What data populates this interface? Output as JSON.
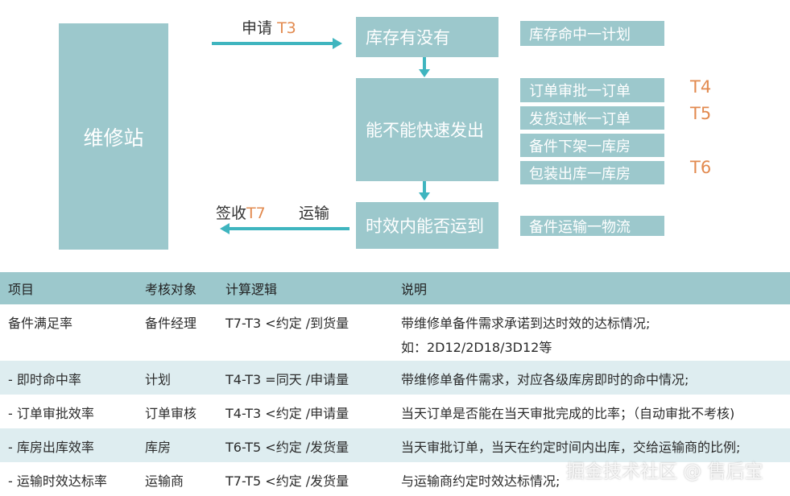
{
  "diagram": {
    "station": "维修站",
    "request_label": "申请",
    "request_t": "T3",
    "sign_label": "签收",
    "sign_t": "T7",
    "transport_label": "运输",
    "main_boxes": [
      {
        "label": "库存有没有"
      },
      {
        "label": "能不能快速发出"
      },
      {
        "label": "时效内能否运到"
      }
    ],
    "sub_boxes": [
      {
        "label": "库存命中一计划",
        "t": ""
      },
      {
        "label": "订单审批一订单",
        "t": "T4"
      },
      {
        "label": "发货过帐一订单",
        "t": "T5"
      },
      {
        "label": "备件下架一库房",
        "t": ""
      },
      {
        "label": "包装出库一库房",
        "t": "T6"
      },
      {
        "label": "备件运输一物流",
        "t": ""
      }
    ],
    "colors": {
      "box": "#9cc8cc",
      "arrow": "#3fb5bf",
      "t_label": "#e28a4f",
      "alt_row": "#deedf0"
    }
  },
  "table": {
    "headers": [
      "项目",
      "考核对象",
      "计算逻辑",
      "说明"
    ],
    "rows": [
      {
        "item": "备件满足率",
        "target": "备件经理",
        "logic": "T7-T3 <约定 /到货量",
        "desc": "带维修单备件需求承诺到达时效的达标情况;",
        "desc2": "如：2D12/2D18/3D12等"
      },
      {
        "item": " - 即时命中率",
        "target": "计划",
        "logic": "T4-T3 =同天 /申请量",
        "desc": "带维修单备件需求，对应各级库房即时的命中情况;"
      },
      {
        "item": " - 订单审批效率",
        "target": "订单审核",
        "logic": "T4-T3 <约定 /申请量",
        "desc": "当天订单是否能在当天审批完成的比率；（自动审批不考核)"
      },
      {
        "item": " - 库房出库效率",
        "target": "库房",
        "logic": "T6-T5 <约定 /发货量",
        "desc": "当天审批订单，当天在约定时间内出库，交给运输商的比例;"
      },
      {
        "item": " - 运输时效达标率",
        "target": "运输商",
        "logic": "T7-T5 <约定 /发货量",
        "desc": "与运输商约定时效达标情况;"
      }
    ]
  },
  "watermark": "掘金技术社区 @ 售后宝"
}
